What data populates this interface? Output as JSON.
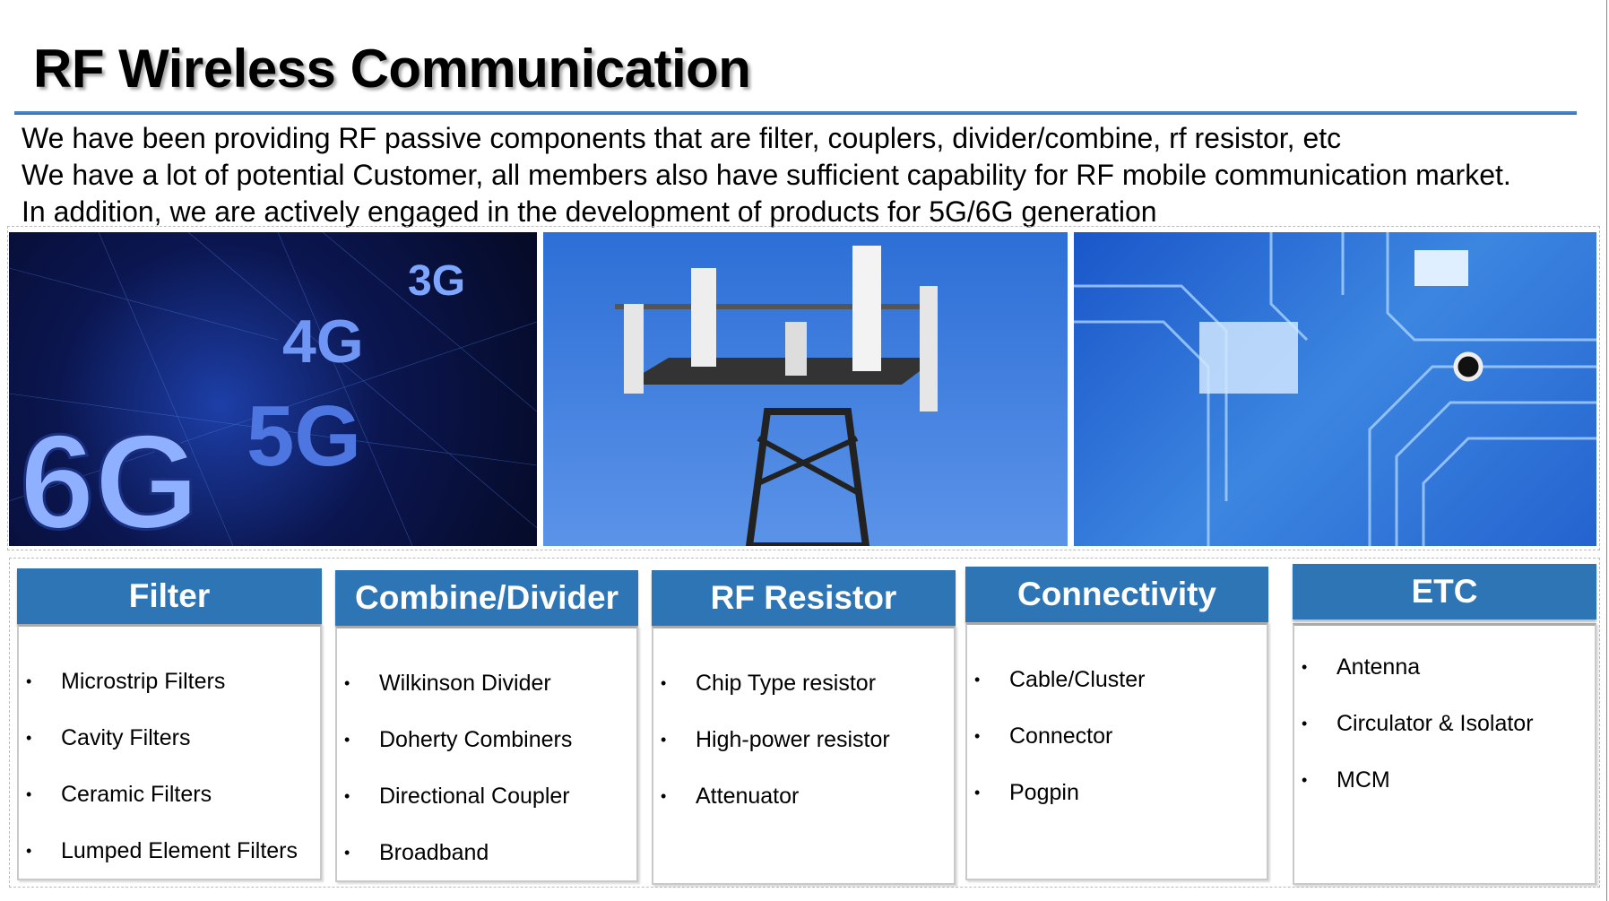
{
  "title": "RF Wireless Communication",
  "intro": [
    "We have been providing RF passive components that are filter, couplers, divider/combine, rf resistor, etc",
    "We have a lot of potential Customer, all members also have sufficient capability for RF mobile communication market.",
    "In addition, we are actively engaged in the development of products for 5G/6G generation"
  ],
  "photos": {
    "generations": [
      "6G",
      "5G",
      "4G",
      "3G"
    ]
  },
  "categories": [
    {
      "title": "Filter",
      "items": [
        "Microstrip Filters",
        "Cavity Filters",
        "Ceramic Filters",
        "Lumped Element Filters"
      ]
    },
    {
      "title": "Combine/Divider",
      "items": [
        "Wilkinson Divider",
        "Doherty  Combiners",
        "Directional  Coupler",
        "Broadband"
      ]
    },
    {
      "title": "RF Resistor",
      "items": [
        "Chip Type resistor",
        "High-power resistor",
        "Attenuator"
      ]
    },
    {
      "title": "Connectivity",
      "items": [
        "Cable/Cluster",
        "Connector",
        "Pogpin"
      ]
    },
    {
      "title": "ETC",
      "items": [
        "Antenna",
        "Circulator & Isolator",
        "MCM"
      ]
    }
  ],
  "colors": {
    "accent": "#2e75b6"
  }
}
